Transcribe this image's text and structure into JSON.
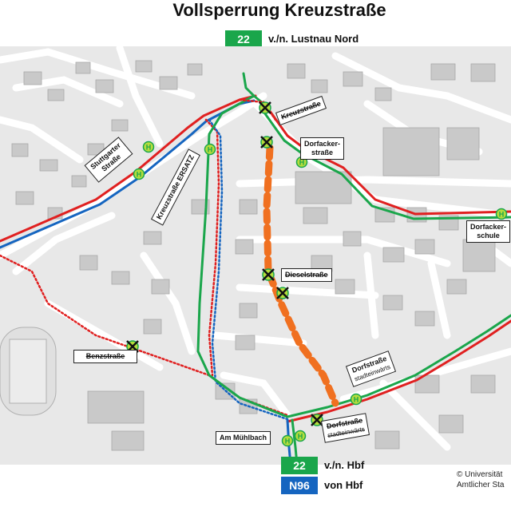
{
  "title": "Vollsperrung Kreuzstraße",
  "top_badge": {
    "line": "22",
    "label": "v./n. Lustnau Nord",
    "color": "#1aa64b"
  },
  "bottom_badges": [
    {
      "line": "22",
      "label": "v./n. Hbf",
      "color": "#1aa64b"
    },
    {
      "line": "N96",
      "label": "von Hbf",
      "color": "#1565c0"
    }
  ],
  "stop_labels": {
    "kreuzstrasse": "Kreuzstraße",
    "dorfackerstrasse_1": "Dorfacker-",
    "dorfackerstrasse_2": "straße",
    "stuttgarter_1": "Stuttgarter",
    "stuttgarter_2": "Straße",
    "kreuzstrasse_ersatz": "Kreuzstraße ERSATZ",
    "dorfackerschule_1": "Dorfacker-",
    "dorfackerschule_2": "schule",
    "dieselstrasse": "Dieselstraße",
    "benzstrasse": "Benzstraße",
    "dorfstrasse_1": "Dorfstraße",
    "dorfstrasse_2": "stadteinwärts",
    "dorfstrasse_b1": "Dorfstraße",
    "dorfstrasse_b2": "stadteinwärts",
    "am_muehlbach": "Am Mühlbach"
  },
  "copyright": {
    "line1": "© Universität",
    "line2": "Amtlicher Sta"
  },
  "colors": {
    "route_red": "#e02020",
    "route_green": "#1aa64b",
    "route_blue": "#1565c0",
    "closure": "#f07020",
    "stop_fill": "#b5dc3c",
    "cancel_x": "#111111"
  },
  "icons": {
    "stop": "bus-stop-h-icon",
    "cancelled_stop": "cancelled-stop-x-icon"
  }
}
